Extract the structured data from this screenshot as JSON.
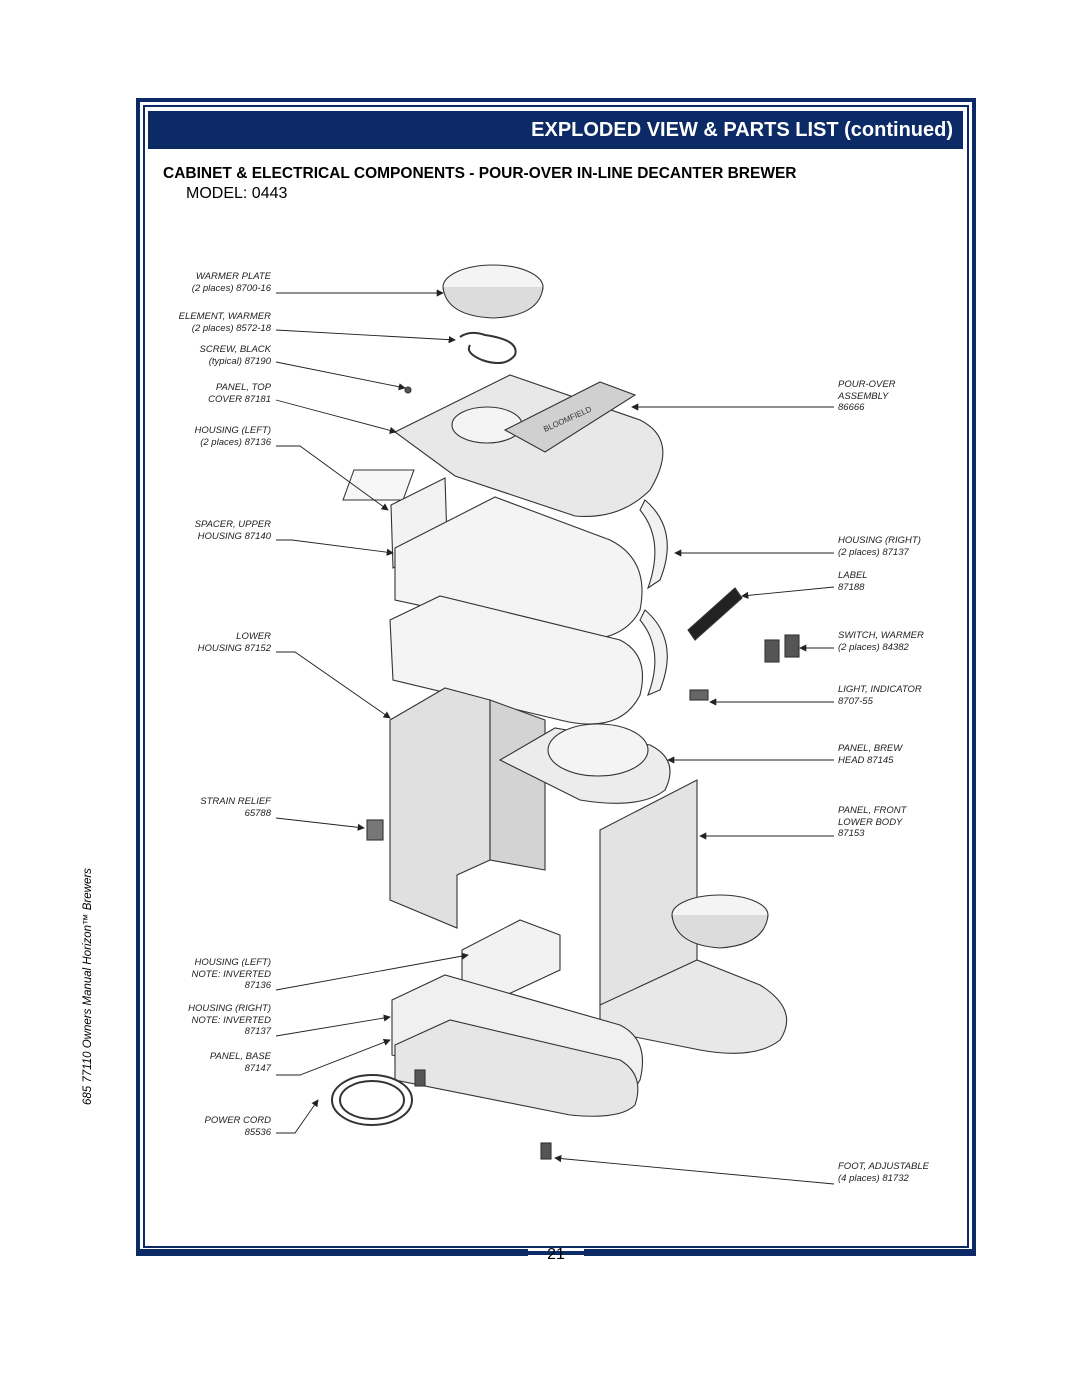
{
  "header": {
    "banner": "EXPLODED VIEW & PARTS LIST (continued)",
    "section_title": "CABINET & ELECTRICAL COMPONENTS - POUR-OVER IN-LINE DECANTER BREWER",
    "model": "MODEL:  0443"
  },
  "side_text": "685  77110  Owners Manual Horizon™ Brewers",
  "page_number": "21",
  "colors": {
    "brand": "#0b2a66",
    "part_fill": "#e4e4e4",
    "line": "#333333"
  },
  "parts_left": [
    {
      "line1": "WARMER PLATE",
      "line2": "(2 places) 8700-16"
    },
    {
      "line1": "ELEMENT, WARMER",
      "line2": "(2 places)  8572-18"
    },
    {
      "line1": "SCREW, BLACK",
      "line2": "(typical)  87190"
    },
    {
      "line1": "PANEL, TOP",
      "line2": "COVER  87181"
    },
    {
      "line1": "HOUSING (LEFT)",
      "line2": "(2 places) 87136"
    },
    {
      "line1": "SPACER, UPPER",
      "line2": "HOUSING  87140"
    },
    {
      "line1": "LOWER",
      "line2": "HOUSING  87152"
    },
    {
      "line1": "STRAIN RELIEF",
      "line2": "65788"
    },
    {
      "line1": "HOUSING (LEFT)",
      "line2": "NOTE:  INVERTED",
      "line3": "87136"
    },
    {
      "line1": "HOUSING (RIGHT)",
      "line2": "NOTE:  INVERTED",
      "line3": "87137"
    },
    {
      "line1": "PANEL, BASE",
      "line2": "87147"
    },
    {
      "line1": "POWER CORD",
      "line2": "85536"
    }
  ],
  "parts_right": [
    {
      "line1": "POUR-OVER",
      "line2": "ASSEMBLY",
      "line3": "86666"
    },
    {
      "line1": "HOUSING (RIGHT)",
      "line2": "(2 places) 87137"
    },
    {
      "line1": "LABEL",
      "line2": "87188"
    },
    {
      "line1": "SWITCH, WARMER",
      "line2": "(2 places)  84382"
    },
    {
      "line1": "LIGHT, INDICATOR",
      "line2": "8707-55"
    },
    {
      "line1": "PANEL, BREW",
      "line2": "HEAD  87145"
    },
    {
      "line1": "PANEL, FRONT",
      "line2": "LOWER BODY",
      "line3": "87153"
    },
    {
      "line1": "FOOT, ADJUSTABLE",
      "line2": "(4 places)  81732"
    }
  ]
}
